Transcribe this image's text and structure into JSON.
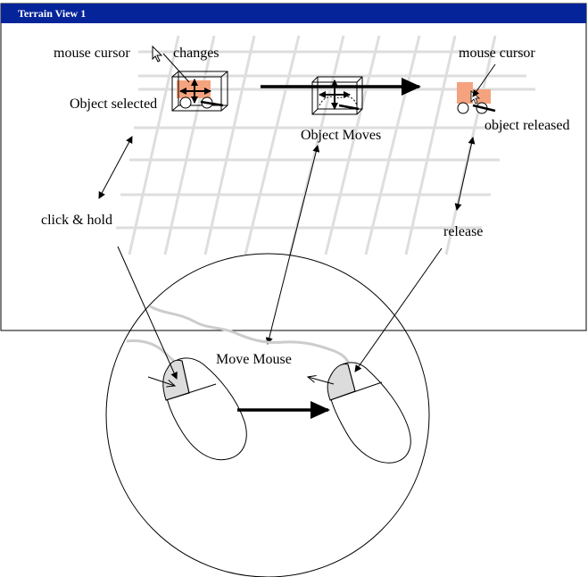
{
  "window": {
    "title": "Terrain View 1",
    "title_bar_color": "#06249a"
  },
  "labels": {
    "mouse_cursor_left": "mouse cursor",
    "changes": "changes",
    "object_selected": "Object selected",
    "object_moves": "Object Moves",
    "mouse_cursor_right": "mouse cursor",
    "object_released": "object released",
    "click_hold": "click & hold",
    "release": "release",
    "move_mouse": "Move Mouse"
  },
  "colors": {
    "highlight": "#f4a37e",
    "grid": "#dedede",
    "mouse_button": "#dcdcdc",
    "cable": "#cccccc"
  }
}
